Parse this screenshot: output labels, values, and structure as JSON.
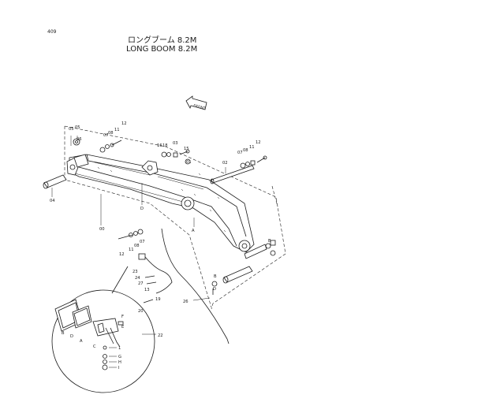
{
  "page": {
    "number": "409"
  },
  "title": {
    "japanese": "ロングブーム 8.2M",
    "english": "LONG BOOM 8.2M"
  },
  "front_arrow_label": "FRONT",
  "part_labels": {
    "p00": "00",
    "p01": "01",
    "p02": "02",
    "p03": "03",
    "p04": "04",
    "p05": "05",
    "p06": "06",
    "p07": "07",
    "p08": "08",
    "p11": "11",
    "p12": "12",
    "p13": "13",
    "p15": "15",
    "p16": "16",
    "p18": "18",
    "p19": "19",
    "p20": "20",
    "p22": "22",
    "p23": "23",
    "p24": "24",
    "p26": "26",
    "p27": "27",
    "A": "A",
    "B": "B",
    "C": "C",
    "D": "D",
    "E": "E",
    "F": "F",
    "G": "G",
    "H": "H",
    "I": "I"
  }
}
